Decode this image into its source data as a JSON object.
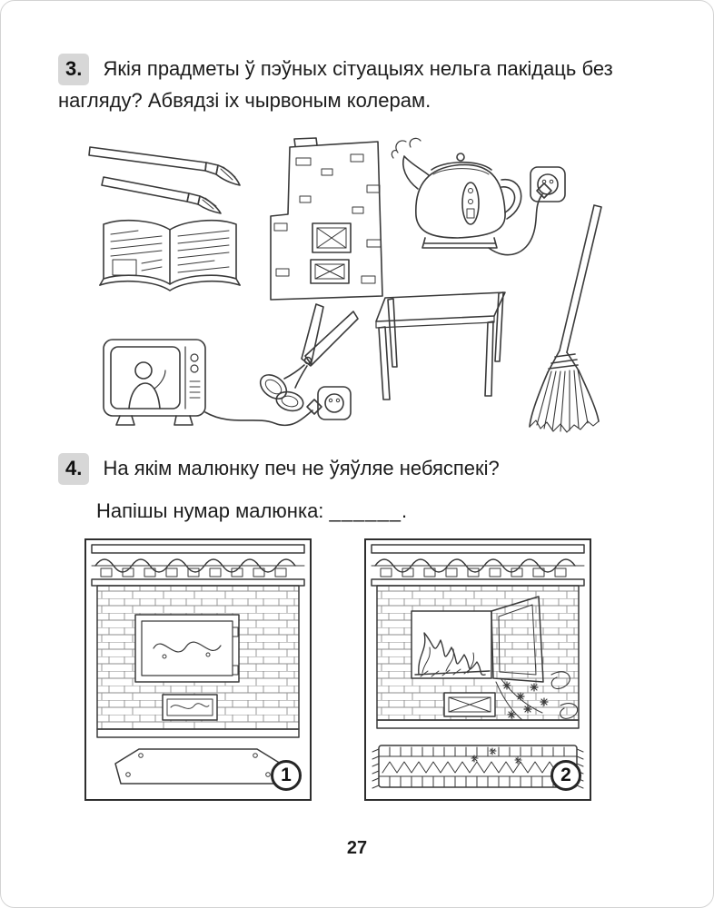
{
  "page": {
    "number": "27"
  },
  "colors": {
    "ink": "#2f2f2f",
    "task_number_chip_bg": "#d7d7d7"
  },
  "task3": {
    "number": "3.",
    "text": "Якія прадметы ў пэўных сітуацыях нельга пакідаць без нагляду? Абвядзі іх чырвоным колерам.",
    "items": [
      "paintbrushes",
      "open-book",
      "masonry-stove",
      "electric-kettle",
      "kettle-power-socket",
      "broom",
      "table",
      "scissors",
      "tv-set",
      "tv-power-socket"
    ]
  },
  "task4": {
    "number": "4.",
    "text": "На якім малюнку печ не ўяўляе небяспекі?",
    "answer_prompt": "Напішы нумар малюнка:",
    "answer_blank": "______",
    "answer_suffix": ".",
    "pictures": [
      {
        "label": "1",
        "name": "stove-closed-door"
      },
      {
        "label": "2",
        "name": "stove-open-door-sparks"
      }
    ]
  }
}
